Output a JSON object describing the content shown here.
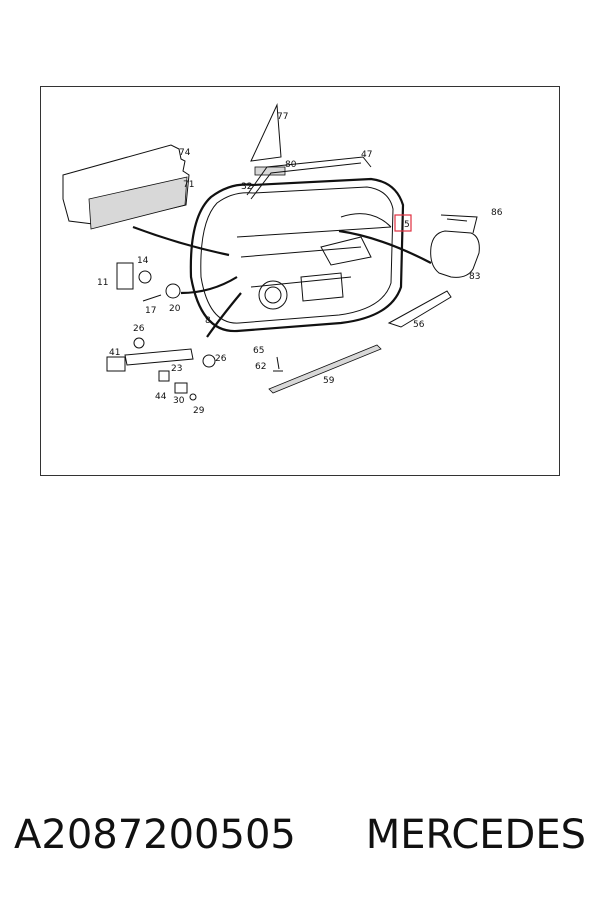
{
  "callouts": {
    "c74": "74",
    "c71": "71",
    "c77": "77",
    "c80": "80",
    "c47": "47",
    "c32": "32",
    "c86": "86",
    "c5": "5",
    "c83": "83",
    "c14": "14",
    "c11": "11",
    "c17": "17",
    "c20": "20",
    "c8": "8",
    "c56": "56",
    "c26a": "26",
    "c41": "41",
    "c23": "23",
    "c26b": "26",
    "c65": "65",
    "c62": "62",
    "c59": "59",
    "c44": "44",
    "c30": "30",
    "c29": "29"
  },
  "highlight_color": "#e03040",
  "footer": {
    "part_number": "A2087200505",
    "brand": "MERCEDES"
  }
}
